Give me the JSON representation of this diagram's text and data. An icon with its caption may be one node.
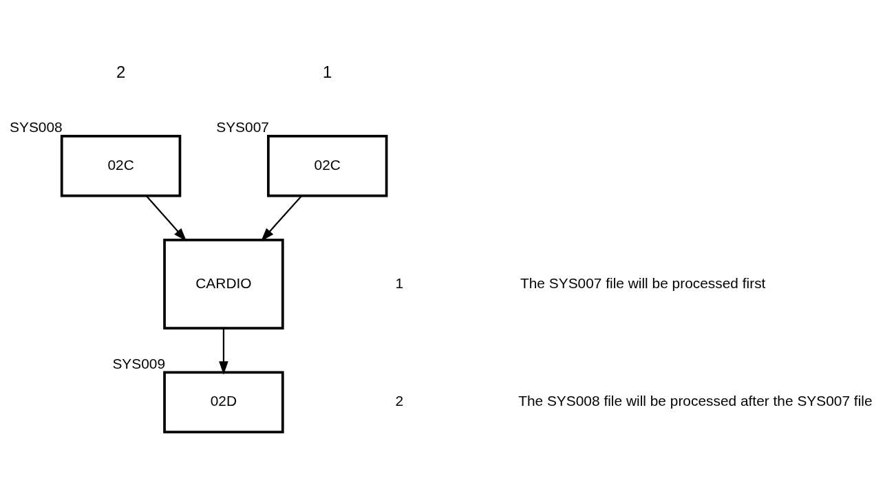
{
  "diagram": {
    "nodes": [
      {
        "text": [
          "02C"
        ],
        "beside": [
          "SYS007"
        ]
      },
      {
        "text": [
          "02C"
        ],
        "beside": [
          "SYS008"
        ]
      },
      {
        "text": [
          "CARDIO"
        ]
      },
      {
        "text": [
          "02D"
        ],
        "beside": [
          "SYS009"
        ]
      }
    ],
    "edges": [
      {
        "from": 0,
        "to": 2,
        "arrow": "to"
      },
      {
        "from": 1,
        "to": 2,
        "arrow": "to"
      },
      {
        "from": 2,
        "to": 3,
        "arrow": "to"
      }
    ],
    "labels": [
      "1",
      "2",
      "1",
      "The SYS007 file will be processed first",
      "2",
      "The SYS008 file will be processed after the SYS007 file"
    ]
  }
}
